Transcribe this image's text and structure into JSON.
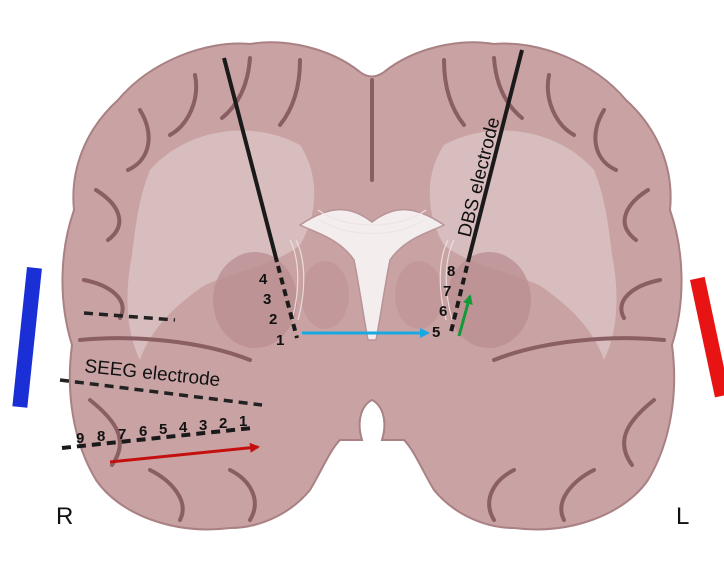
{
  "labels": {
    "right_side": "R",
    "left_side": "L",
    "seeg": "SEEG electrode",
    "dbs": "DBS electrode"
  },
  "dbs_right_contacts": [
    "4",
    "3",
    "2",
    "1"
  ],
  "dbs_left_contacts": [
    "8",
    "7",
    "6",
    "5"
  ],
  "seeg_contacts": [
    "9",
    "8",
    "7",
    "6",
    "5",
    "4",
    "3",
    "2",
    "1"
  ],
  "colors": {
    "tissue": "#c9a2a3",
    "tissue_outline": "#a98184",
    "sulcus": "#8a5f63",
    "white_matter": "#dcc4c4",
    "ventricle": "#f3eded",
    "right_pad": "#1a2fd6",
    "left_pad": "#e81414",
    "seeg_arrow": "#c40f0f",
    "dbs_arrow": "#1aa8e0",
    "contact_arrow": "#159a3a",
    "electrode": "#1a1a1a"
  }
}
